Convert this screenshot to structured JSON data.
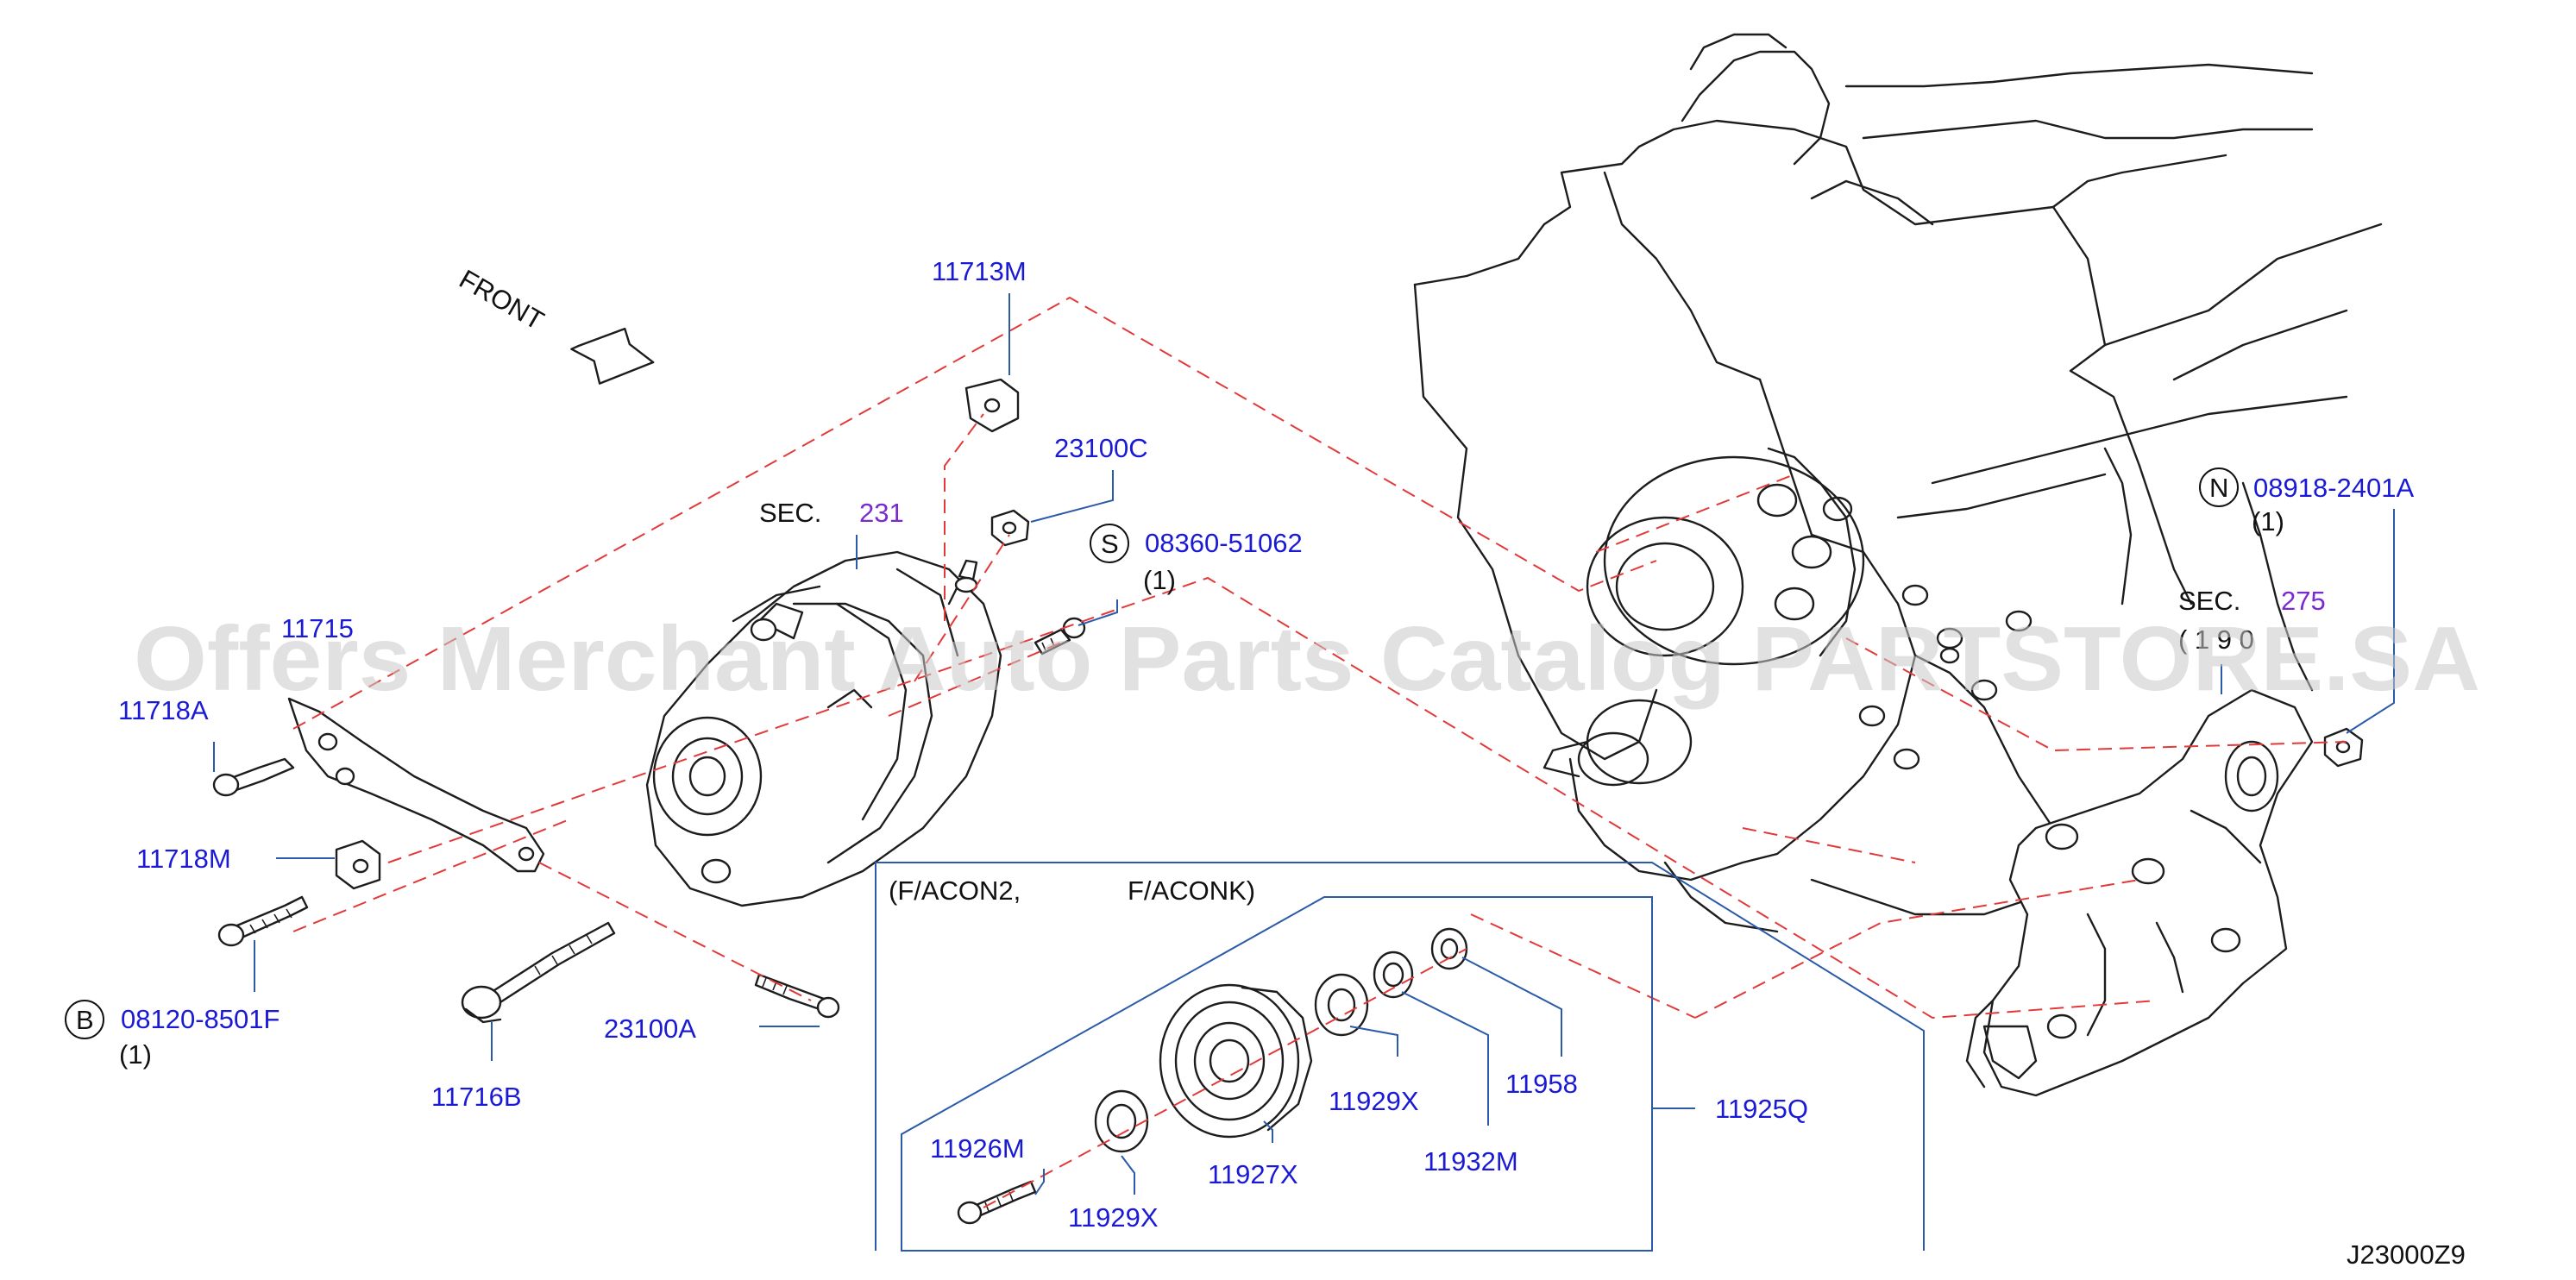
{
  "diagram": {
    "front_label": "FRONT",
    "sec_label": "SEC.",
    "sec_alternator": "231",
    "sec_bracket": "275",
    "sec_bracket_sub": "( 1 9 0",
    "inset_heading_1": "(F/ACON2,",
    "inset_heading_2": "F/ACONK)",
    "drawing_code": "J23000Z9",
    "watermark": "Offers Merchant Auto Parts Catalog PARTSTORE.SA",
    "parts": {
      "p11713M": "11713M",
      "p23100C": "23100C",
      "p08360": "08360-51062",
      "p08360_qty": "(1)",
      "p08360_sym": "S",
      "p11715": "11715",
      "p11718A": "11718A",
      "p11718M": "11718M",
      "p08120": "08120-8501F",
      "p08120_qty": "(1)",
      "p08120_sym": "B",
      "p11716B": "11716B",
      "p23100A": "23100A",
      "p08918": "08918-2401A",
      "p08918_qty": "(1)",
      "p08918_sym": "N",
      "p11958": "11958",
      "p11925Q": "11925Q",
      "p11929X_a": "11929X",
      "p11932M": "11932M",
      "p11926M": "11926M",
      "p11927X": "11927X",
      "p11929X_b": "11929X"
    },
    "colors": {
      "part_number": "#1a1ad6",
      "section_ref": "#7a2bd0",
      "leader": "#2a5aa8",
      "phantom_line": "#e23a3a"
    }
  }
}
